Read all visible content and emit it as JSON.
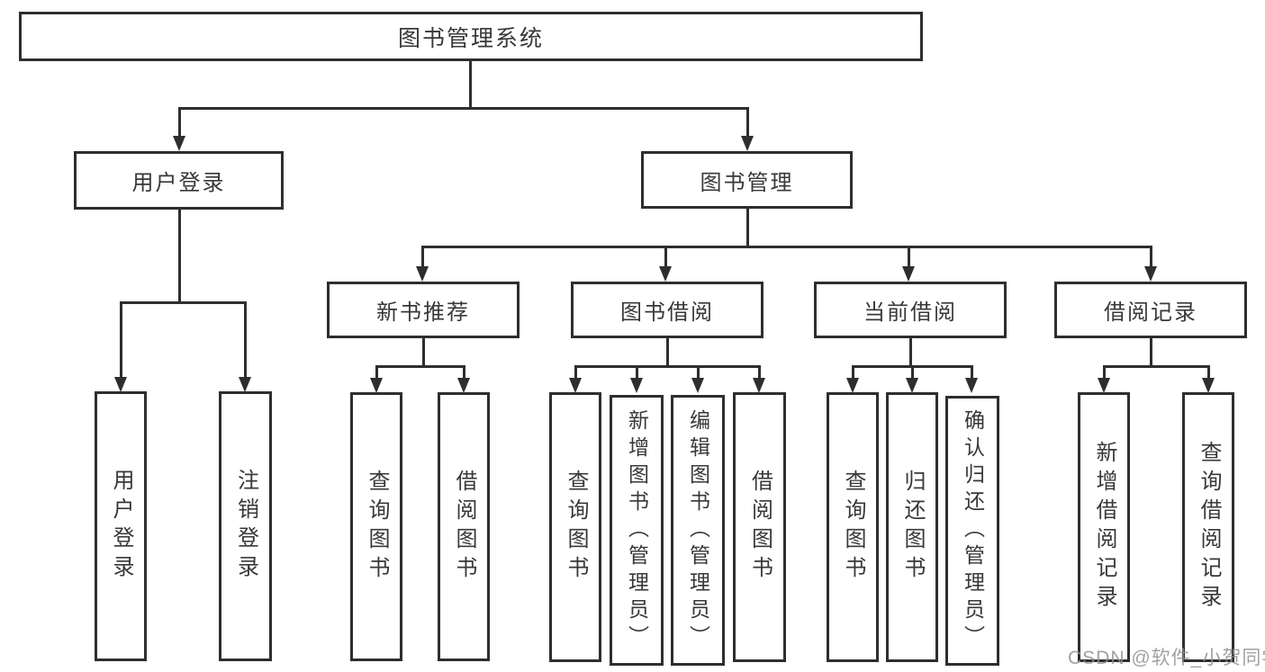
{
  "diagram": {
    "title": "图书管理系统",
    "nodes": {
      "root": "图书管理系统",
      "user_login": "用户登录",
      "book_mgmt": "图书管理",
      "new_book_rec": "新书推荐",
      "book_borrow": "图书借阅",
      "current_borrow": "当前借阅",
      "borrow_record": "借阅记录",
      "leaf_user_login": "用户登录",
      "leaf_logout": "注销登录",
      "leaf_query_book_rec": "查询图书",
      "leaf_borrow_book_rec": "借阅图书",
      "leaf_query_book_borrow": "查询图书",
      "leaf_add_book_admin": "新增图书（管理员）",
      "leaf_edit_book_admin": "编辑图书（管理员）",
      "leaf_borrow_book_borrow": "借阅图书",
      "leaf_query_book_current": "查询图书",
      "leaf_return_book": "归还图书",
      "leaf_confirm_return_admin": "确认归还（管理员）",
      "leaf_add_borrow_record": "新增借阅记录",
      "leaf_query_borrow_record": "查询借阅记录"
    },
    "watermark": "CSDN @软件_小贺同学",
    "colors": {
      "line": "#2e2e2e",
      "text": "#383838",
      "background": "#ffffff",
      "watermark": "#919191"
    }
  }
}
